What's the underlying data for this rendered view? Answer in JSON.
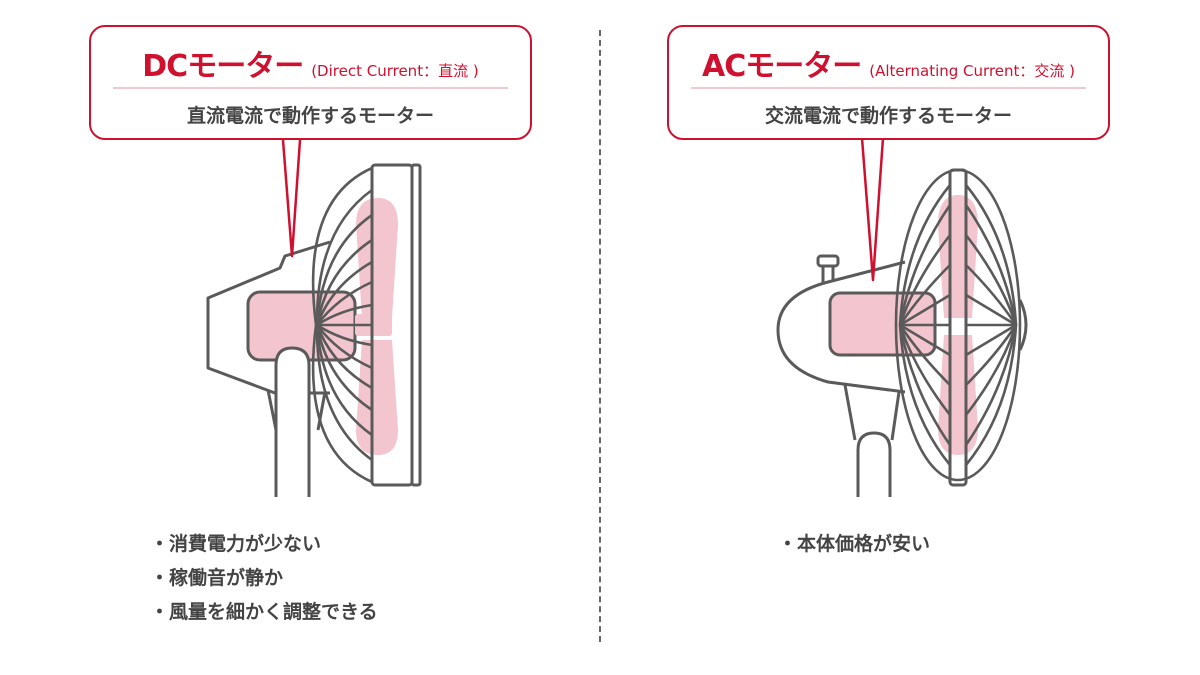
{
  "dc": {
    "title": "DCモーター",
    "subtitle_en": "(Direct Current：直流 )",
    "description": "直流電流で動作するモーター",
    "features": [
      "消費電力が少ない",
      "稼働音が静か",
      "風量を細かく調整できる"
    ]
  },
  "ac": {
    "title": "ACモーター",
    "subtitle_en": "(Alternating Current：交流 )",
    "description": "交流電流で動作するモーター",
    "features": [
      "本体価格が安い"
    ]
  },
  "colors": {
    "accent": "#d0102f",
    "motor_fill": "#f3c5cf",
    "line": "#5a5a5a"
  }
}
